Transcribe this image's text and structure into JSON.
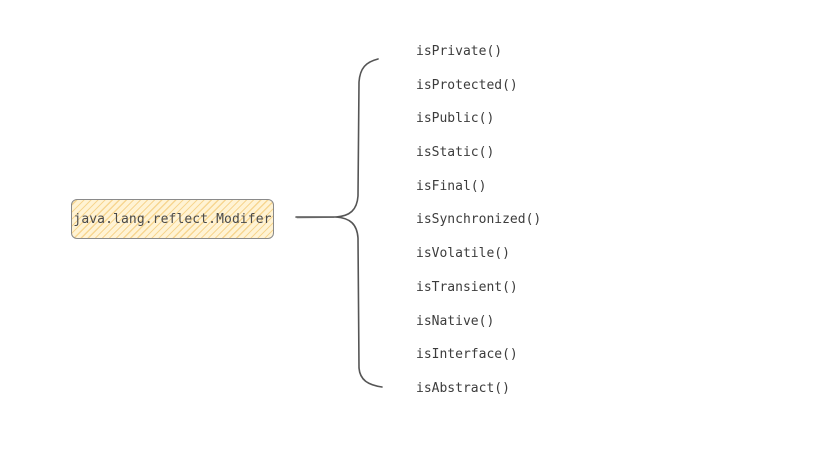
{
  "root": {
    "label": "java.lang.reflect.Modifer"
  },
  "methods": [
    {
      "label": "isPrivate()"
    },
    {
      "label": "isProtected()"
    },
    {
      "label": "isPublic()"
    },
    {
      "label": "isStatic()"
    },
    {
      "label": "isFinal()"
    },
    {
      "label": "isSynchronized()"
    },
    {
      "label": "isVolatile()"
    },
    {
      "label": "isTransient()"
    },
    {
      "label": "isNative()"
    },
    {
      "label": "isInterface()"
    },
    {
      "label": "isAbstract()"
    }
  ],
  "colors": {
    "node_fill": "#fff3d4",
    "node_hatch": "#f0be5a",
    "node_border": "#8a8a8a",
    "connector": "#555555",
    "text": "#3c3c3c"
  }
}
